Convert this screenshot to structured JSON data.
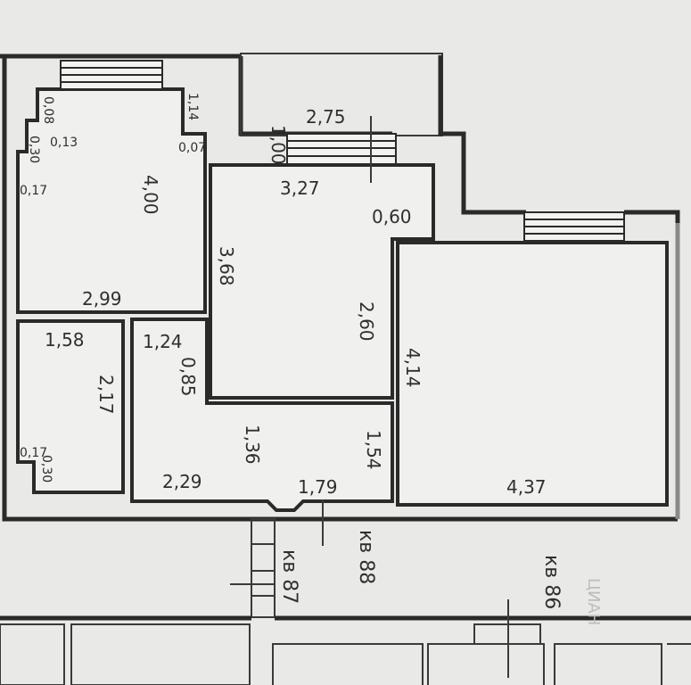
{
  "labels": {
    "balcony_small_w": "1,00",
    "balcony_small_l": "2,75",
    "kitchen_top": "3,27",
    "kitchen_right": "0,60",
    "kitchen_left": "3,68",
    "kitchen_inner": "2,60",
    "room_top_left_h": "4,00",
    "room_top_left_w": "2,99",
    "room_top_left_a": "1,14",
    "room_top_left_b": "0,07",
    "room_top_left_c": "0,08",
    "room_top_left_d": "0,13",
    "room_top_left_e": "0,30",
    "room_top_left_f": "0,17",
    "bath_w": "1,58",
    "bath_h": "2,17",
    "bath_a": "0,17",
    "bath_b": "0,30",
    "hall_a": "1,24",
    "hall_b": "0,85",
    "hall_c": "1,36",
    "hall_d": "2,29",
    "hall_e": "1,54",
    "hall_f": "1,79",
    "big_room_h": "4,14",
    "big_room_w": "4,37",
    "kv88": "кв 88",
    "kv87": "кв 87",
    "kv86": "кв 86",
    "watermark": "ЦИАН"
  }
}
